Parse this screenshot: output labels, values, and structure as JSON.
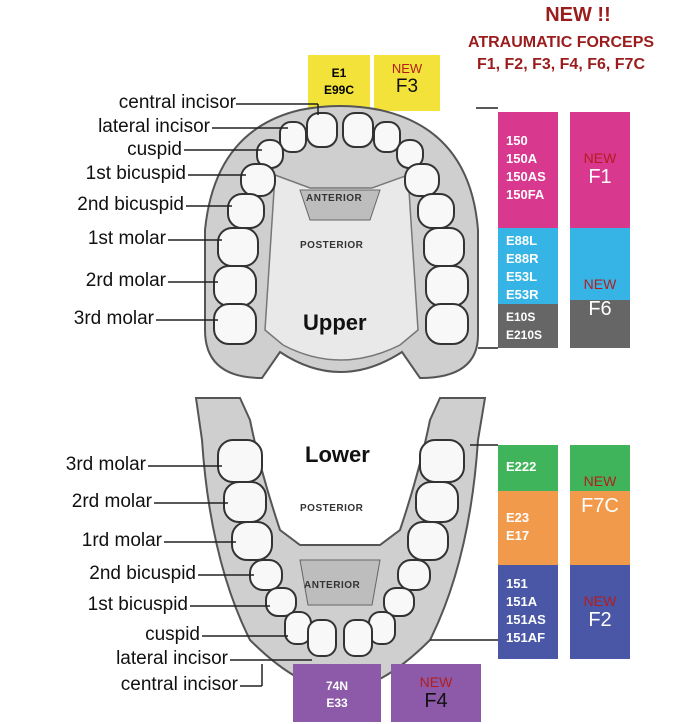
{
  "header": {
    "line1": "NEW !!",
    "line2": "ATRAUMATIC FORCEPS",
    "line3": "F1, F2, F3, F4, F6, F7C"
  },
  "upper": {
    "title": "Upper",
    "anterior": "ANTERIOR",
    "posterior": "POSTERIOR",
    "labels": [
      "central incisor",
      "lateral incisor",
      "cuspid",
      "1st bicuspid",
      "2nd bicuspid",
      "1st molar",
      "2rd molar",
      "3rd molar"
    ]
  },
  "lower": {
    "title": "Lower",
    "anterior": "ANTERIOR",
    "posterior": "POSTERIOR",
    "labels": [
      "3rd molar",
      "2rd molar",
      "1rd molar",
      "2nd bicuspid",
      "1st bicuspid",
      "cuspid",
      "lateral incisor",
      "central incisor"
    ]
  },
  "top_boxes": {
    "codes": [
      "E1",
      "E99C"
    ],
    "new_word": "NEW",
    "new_model": "F3"
  },
  "bottom_boxes": {
    "codes": [
      "74N",
      "E33"
    ],
    "new_word": "NEW",
    "new_model": "F4"
  },
  "right_upper": {
    "pink_codes": [
      "150",
      "150A",
      "150AS",
      "150FA"
    ],
    "blue_codes": [
      "E88L",
      "E88R",
      "E53L",
      "E53R"
    ],
    "gray_codes": [
      "E10S",
      "E210S"
    ],
    "new1_word": "NEW",
    "new1_model": "F1",
    "new6_word": "NEW",
    "new6_model": "F6"
  },
  "right_lower": {
    "green_codes": [
      "E222"
    ],
    "orange_codes": [
      "E23",
      "E17"
    ],
    "indigo_codes": [
      "151",
      "151A",
      "151AS",
      "151AF"
    ],
    "new7_word": "NEW",
    "new7_model": "F7C",
    "new2_word": "NEW",
    "new2_model": "F2"
  },
  "colors": {
    "yellow": "#f2e23a",
    "pink": "#d8388d",
    "blue": "#36b4e6",
    "gray": "#666666",
    "green": "#3fb45a",
    "orange": "#f29a4c",
    "indigo": "#4a57a6",
    "purple": "#8c5aa8",
    "header": "#9b1c1c"
  }
}
